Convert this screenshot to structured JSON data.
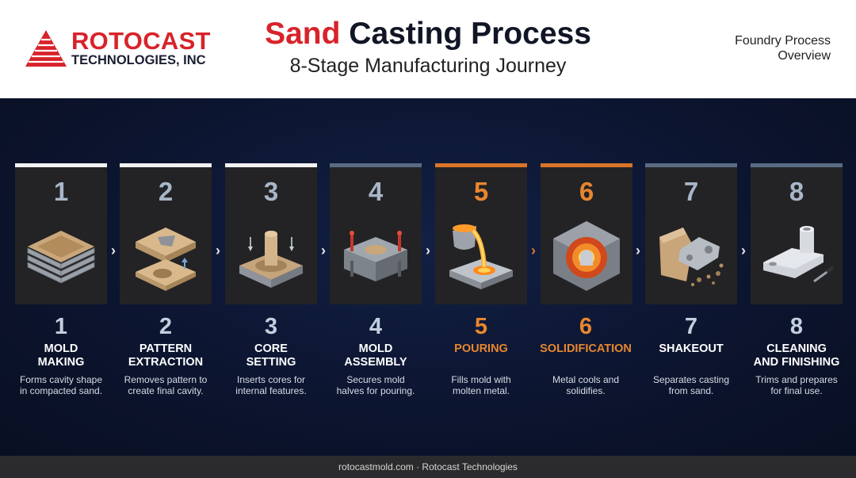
{
  "brand": {
    "name": "ROTOCAST",
    "sub": "TECHNOLOGIES, INC"
  },
  "title": {
    "accent": "Sand",
    "rest": "Casting Process",
    "subtitle": "8-Stage Manufacturing Journey"
  },
  "overview": {
    "line1": "Foundry Process",
    "line2": "Overview"
  },
  "colors": {
    "brand_red": "#d8232a",
    "accent_orange": "#e8862f",
    "slate": "#5a6c84",
    "bg": "#0c1428"
  },
  "stages": [
    {
      "num": "1",
      "title1": "MOLD",
      "title2": "MAKING",
      "desc1": "Forms cavity shape",
      "desc2": "in compacted sand.",
      "icon": "layered-sand-mold-icon"
    },
    {
      "num": "2",
      "title1": "PATTERN",
      "title2": "EXTRACTION",
      "desc1": "Removes pattern to",
      "desc2": "create final cavity.",
      "icon": "pattern-removal-icon"
    },
    {
      "num": "3",
      "title1": "CORE",
      "title2": "SETTING",
      "desc1": "Inserts cores for",
      "desc2": "internal features.",
      "icon": "core-insertion-icon"
    },
    {
      "num": "4",
      "title1": "MOLD",
      "title2": "ASSEMBLY",
      "desc1": "Secures mold",
      "desc2": "halves for pouring.",
      "icon": "clamped-mold-icon"
    },
    {
      "num": "5",
      "title1": "POURING",
      "title2": "",
      "desc1": "Fills mold with",
      "desc2": "molten metal.",
      "icon": "ladle-pouring-icon"
    },
    {
      "num": "6",
      "title1": "SOLIDIFICATION",
      "title2": "",
      "desc1": "Metal cools and",
      "desc2": "solidifies.",
      "icon": "glowing-mold-icon"
    },
    {
      "num": "7",
      "title1": "SHAKEOUT",
      "title2": "",
      "desc1": "Separates casting",
      "desc2": "from sand.",
      "icon": "shakeout-icon"
    },
    {
      "num": "8",
      "title1": "CLEANING",
      "title2": "AND FINISHING",
      "desc1": "Trims and prepares",
      "desc2": "for final use.",
      "icon": "finished-casting-icon"
    }
  ],
  "chevron": "›",
  "footer": "rotocastmold.com · Rotocast Technologies"
}
